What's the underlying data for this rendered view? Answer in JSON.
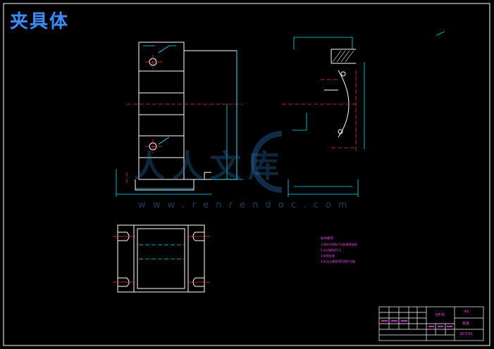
{
  "header": {
    "title": "夹具体"
  },
  "watermark": {
    "brand": "人人文库",
    "url": "w w w . r e n r e n d o c . c o m"
  },
  "title_block": {
    "material": "QT35",
    "scale": "A1",
    "part_name": "夹具",
    "drawing_no": "ZCT-01"
  },
  "notes": {
    "heading": "技术要求",
    "lines": [
      "1.铸件不得有气孔砂眼等缺陷",
      "2.未注倒角C1.5",
      "3.时效处理",
      "4.未注公差按GB1804-m级"
    ]
  },
  "colors": {
    "background": "#000000",
    "frame": "#ffffff",
    "outline": "#ffffff",
    "centerline": "#ff3030",
    "dimension": "#00e5ff",
    "annotation": "#ff40ff",
    "title_text": "#3d8cff",
    "watermark": "#2a6fb0"
  }
}
